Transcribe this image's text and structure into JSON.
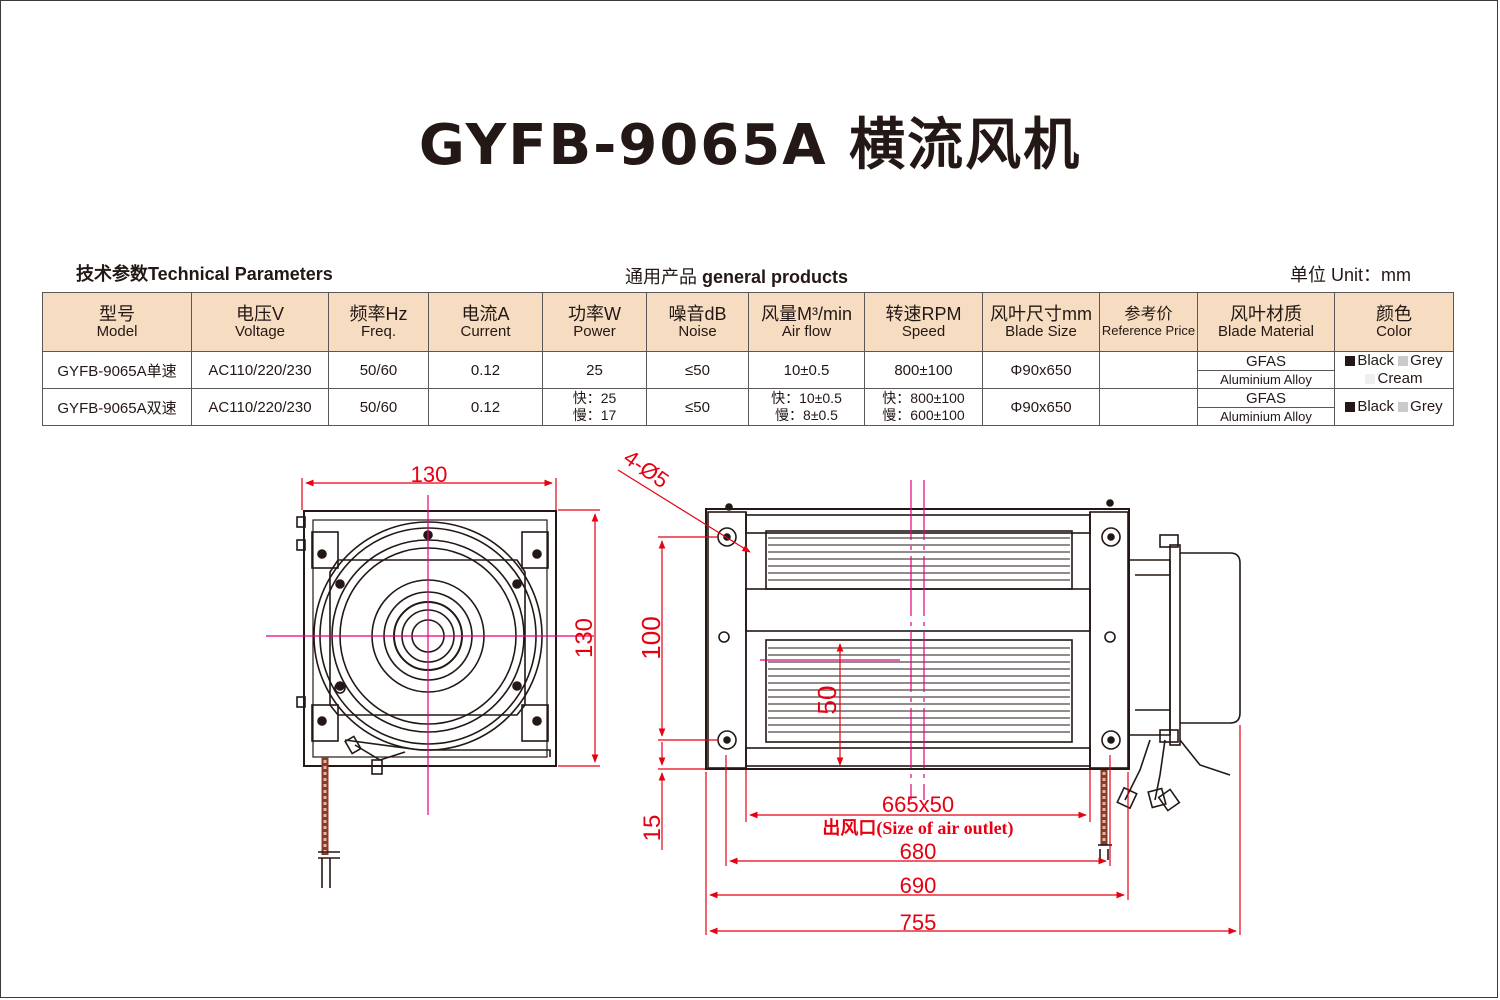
{
  "title": "GYFB-9065A 横流风机",
  "header": {
    "left_cn": "技术参数",
    "left_en": "Technical Parameters",
    "mid_cn": "通用产品",
    "mid_en": "general products",
    "unit": "单位 Unit：mm"
  },
  "table": {
    "columns": [
      {
        "cn": "型号",
        "en": "Model"
      },
      {
        "cn": "电压V",
        "en": "Voltage"
      },
      {
        "cn": "频率Hz",
        "en": "Freq."
      },
      {
        "cn": "电流A",
        "en": "Current"
      },
      {
        "cn": "功率W",
        "en": "Power"
      },
      {
        "cn": "噪音dB",
        "en": "Noise"
      },
      {
        "cn": "风量M³/min",
        "en": "Air flow"
      },
      {
        "cn": "转速RPM",
        "en": "Speed"
      },
      {
        "cn": "风叶尺寸mm",
        "en": "Blade Size"
      },
      {
        "cn": "参考价",
        "en": "Reference Price"
      },
      {
        "cn": "风叶材质",
        "en": "Blade Material"
      },
      {
        "cn": "颜色",
        "en": "Color"
      }
    ],
    "rows": [
      {
        "model": "GYFB-9065A单速",
        "voltage": "AC110/220/230",
        "freq": "50/60",
        "current": "0.12",
        "power": "25",
        "power2": "",
        "noise": "≤50",
        "airflow": "10±0.5",
        "airflow2": "",
        "speed": "800±100",
        "speed2": "",
        "blade_size": "Φ90x650",
        "price": "",
        "material": "GFAS",
        "material_alt": "Aluminium Alloy",
        "colors": [
          "Black",
          "Grey",
          "Cream"
        ]
      },
      {
        "model": "GYFB-9065A双速",
        "voltage": "AC110/220/230",
        "freq": "50/60",
        "current": "0.12",
        "power": "快：25",
        "power2": "慢：17",
        "noise": "≤50",
        "airflow": "快：10±0.5",
        "airflow2": "慢：8±0.5",
        "speed": "快：800±100",
        "speed2": "慢：600±100",
        "blade_size": "Φ90x650",
        "price": "",
        "material": "GFAS",
        "material_alt": "Aluminium Alloy",
        "colors": [
          "Black",
          "Grey"
        ]
      }
    ],
    "swatch_colors": {
      "Black": "#231815",
      "Grey": "#c9caca",
      "Cream": "#efefef"
    }
  },
  "drawing": {
    "side_width": "130",
    "side_height": "130",
    "holes": "4-Ø5",
    "dim_100": "100",
    "dim_50": "50",
    "dim_15": "15",
    "dim_665": "665x50",
    "outlet": "出风口(Size of  air outlet)",
    "dim_680": "680",
    "dim_690": "690",
    "dim_755": "755"
  },
  "colors": {
    "dimension_red": "#e60012",
    "centerline_magenta": "#e4007f",
    "line_dark": "#231815",
    "header_bg": "#f6dcc0"
  }
}
